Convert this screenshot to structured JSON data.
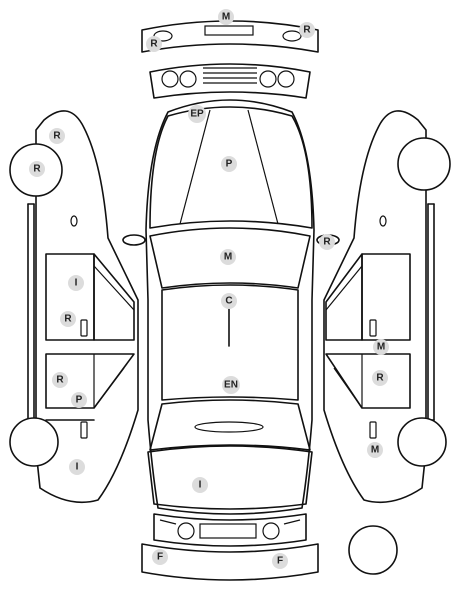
{
  "markers": {
    "front_bumper_M": "M",
    "front_bumper_R_left": "R",
    "front_bumper_R_right": "R",
    "hood_EP": "EP",
    "hood_P": "P",
    "left_mirror_R": "R",
    "left_front_wheel_R": "R",
    "right_mirror_R": "R",
    "windshield_M": "M",
    "roof_C": "C",
    "roof_EN": "EN",
    "left_front_door_I": "I",
    "left_front_door_R": "R",
    "left_rear_door_R": "R",
    "left_rear_door_P": "P",
    "left_rear_wheel_I": "I",
    "right_door_M_upper": "M",
    "right_door_R": "R",
    "right_door_M_lower": "M",
    "trunk_I": "I",
    "rear_bumper_F_left": "F",
    "rear_bumper_F_right": "F"
  }
}
